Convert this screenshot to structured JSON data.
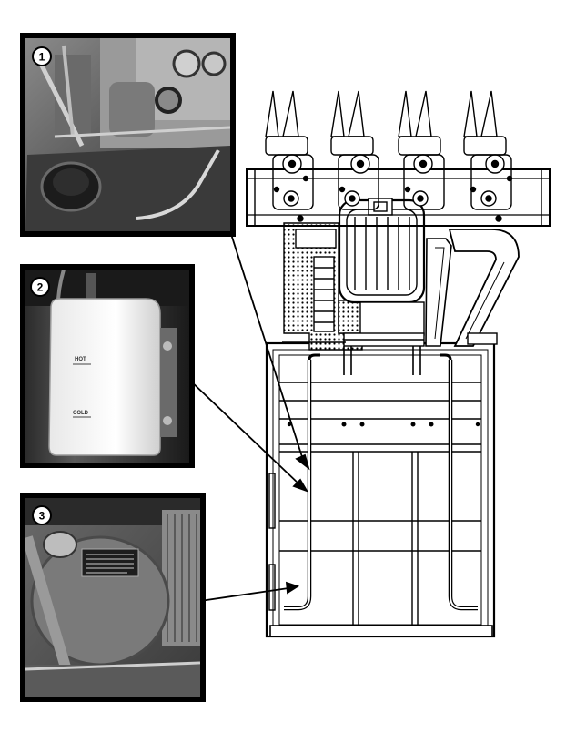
{
  "figure": {
    "callouts": [
      {
        "number": "1",
        "subject": "photo-1"
      },
      {
        "number": "2",
        "subject": "photo-2"
      },
      {
        "number": "3",
        "subject": "photo-3"
      }
    ],
    "reservoir_marks": {
      "hot": "HOT",
      "cold": "COLD"
    }
  }
}
